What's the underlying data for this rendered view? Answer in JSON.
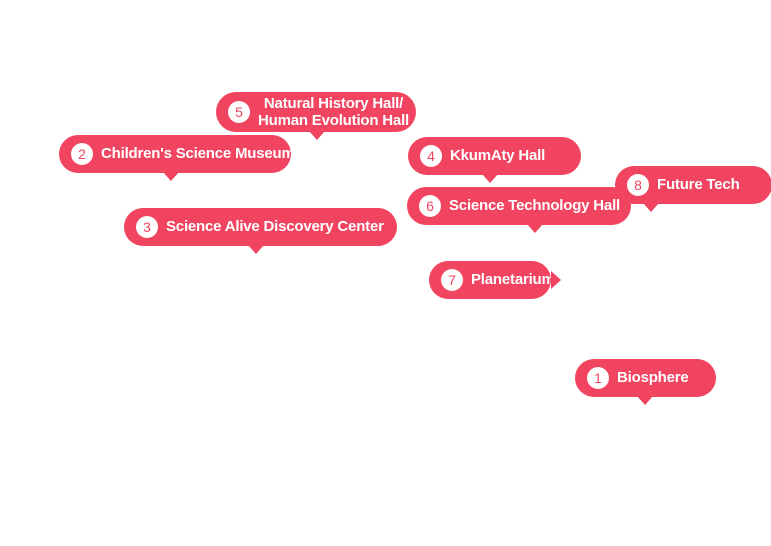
{
  "markers": [
    {
      "id": "1",
      "number": "1",
      "label": "Biosphere"
    },
    {
      "id": "2",
      "number": "2",
      "label": "Children's Science Museum"
    },
    {
      "id": "3",
      "number": "3",
      "label": "Science Alive Discovery Center"
    },
    {
      "id": "4",
      "number": "4",
      "label": "KkumAty Hall"
    },
    {
      "id": "5",
      "number": "5",
      "label_line1": "Natural History Hall/",
      "label_line2": "Human Evolution Hall"
    },
    {
      "id": "6",
      "number": "6",
      "label": "Science Technology Hall"
    },
    {
      "id": "7",
      "number": "7",
      "label": "Planetarium"
    },
    {
      "id": "8",
      "number": "8",
      "label": "Future Tech"
    }
  ],
  "colors": {
    "marker_bg": "#f04460",
    "marker_text": "#ffffff",
    "page_bg": "#ffffff"
  }
}
